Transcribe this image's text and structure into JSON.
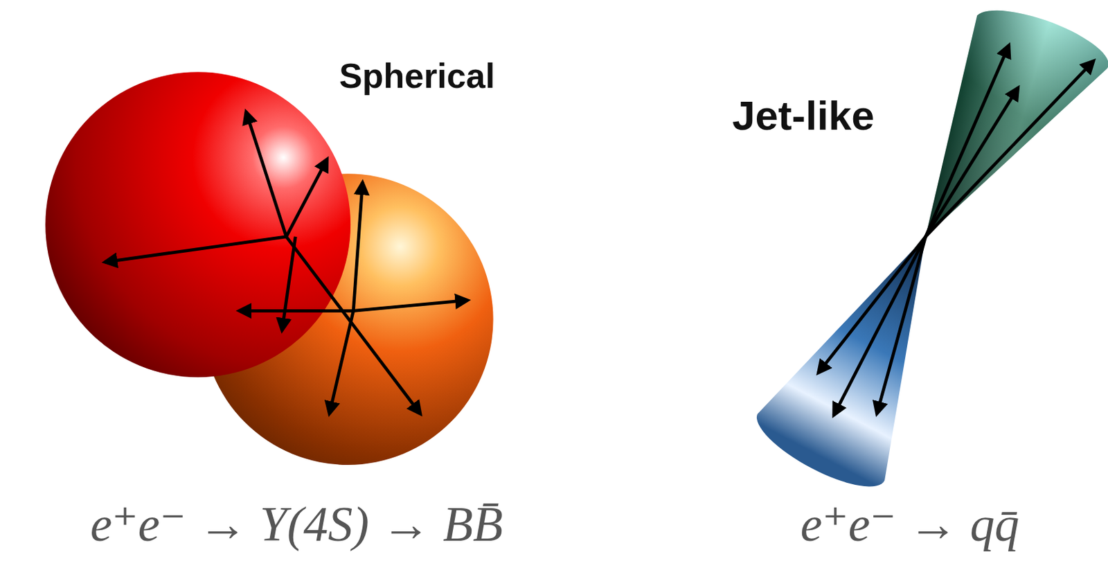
{
  "diagram": {
    "labels": [
      "Spherical",
      "Jet-like",
      "e⁺e⁻ → Υ(4S) → BB̄",
      "e⁺e⁻ → qq̄"
    ]
  }
}
